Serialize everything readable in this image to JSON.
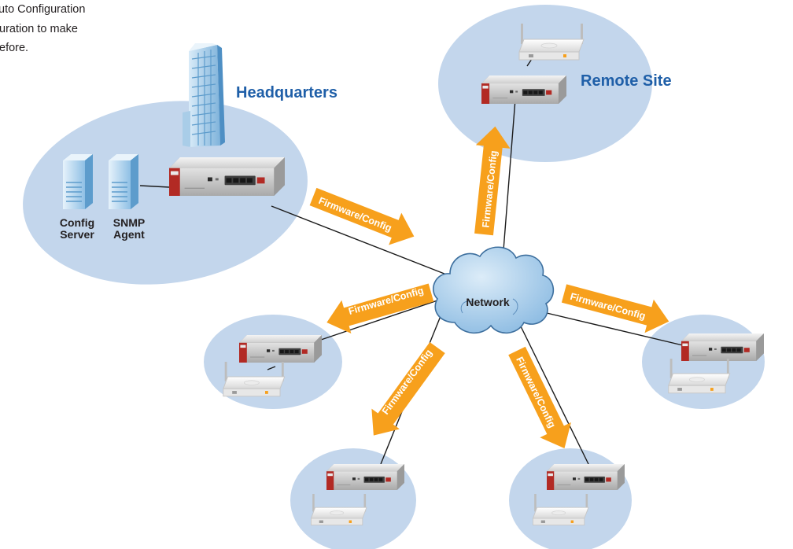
{
  "intro": {
    "lines": [
      "uto Configuration",
      "uration to make",
      "efore."
    ]
  },
  "sites": {
    "headquarters": "Headquarters",
    "remote": "Remote Site"
  },
  "servers": {
    "config_line1": "Config",
    "config_line2": "Server",
    "snmp_line1": "SNMP",
    "snmp_line2": "Agent"
  },
  "cloud_label": "Network",
  "arrow_label": "Firmware/Config",
  "colors": {
    "site_fill": "#c3d6ec",
    "arrow": "#f7a01c",
    "site_title": "#1f5fa8",
    "cloud": "#a9cbe8",
    "device_red": "#b22a24"
  },
  "icons": [
    "building-icon",
    "server-icon",
    "router-device-icon",
    "access-point-icon",
    "cloud-icon"
  ]
}
